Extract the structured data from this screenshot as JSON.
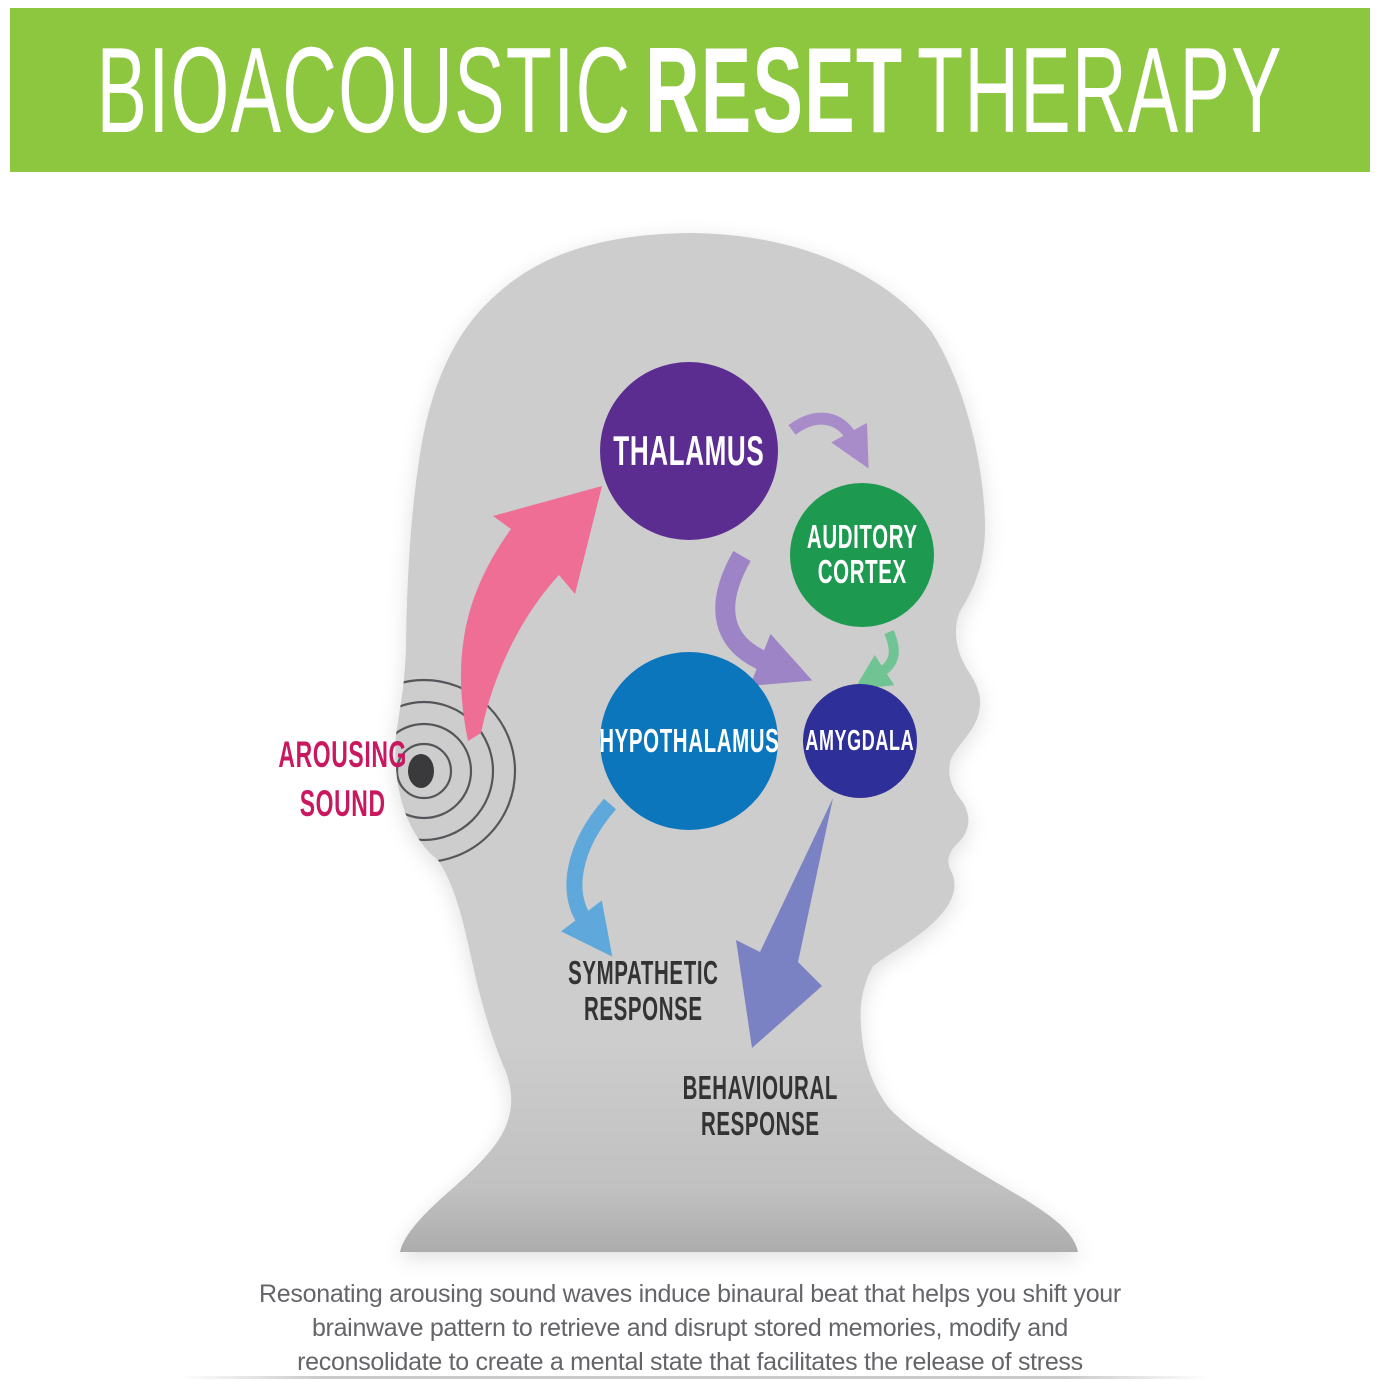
{
  "header": {
    "title_light_1": "BIOACOUSTIC",
    "title_bold": "RESET",
    "title_light_2": "THERAPY",
    "banner_color": "#8dc63f"
  },
  "diagram": {
    "head_color": "#cdcdcd",
    "nodes": [
      {
        "id": "thalamus",
        "label": "THALAMUS",
        "color": "#5c2d91"
      },
      {
        "id": "auditory-cortex",
        "label": "AUDITORY\nCORTEX",
        "color": "#1e9a50"
      },
      {
        "id": "hypothalamus",
        "label": "HYPOTHALAMUS",
        "color": "#0b76bc"
      },
      {
        "id": "amygdala",
        "label": "AMYGDALA",
        "color": "#2f2f99"
      }
    ],
    "labels": {
      "arousing_sound": "AROUSING\nSOUND",
      "sympathetic_response": "SYMPATHETIC\nRESPONSE",
      "behavioural_response": "BEHAVIOURAL\nRESPONSE"
    },
    "label_colors": {
      "arousing_sound": "#c9185f",
      "responses": "#333333"
    },
    "arrows": [
      {
        "id": "arousing-to-thalamus",
        "color": "#ee6e96"
      },
      {
        "id": "thalamus-to-auditory-cortex",
        "color": "#a78cc9"
      },
      {
        "id": "thalamus-to-hypothalamus",
        "color": "#9c84c6"
      },
      {
        "id": "auditory-cortex-to-amygdala",
        "color": "#70c494"
      },
      {
        "id": "hypothalamus-to-sympathetic-response",
        "color": "#5ea8db"
      },
      {
        "id": "amygdala-to-behavioural-response",
        "color": "#7b82c3"
      }
    ]
  },
  "footer": {
    "description": "Resonating arousing sound waves induce binaural beat that helps you shift your\nbrainwave pattern to retrieve and disrupt stored memories, modify and\nreconsolidate to create a mental state that facilitates the release of stress"
  }
}
